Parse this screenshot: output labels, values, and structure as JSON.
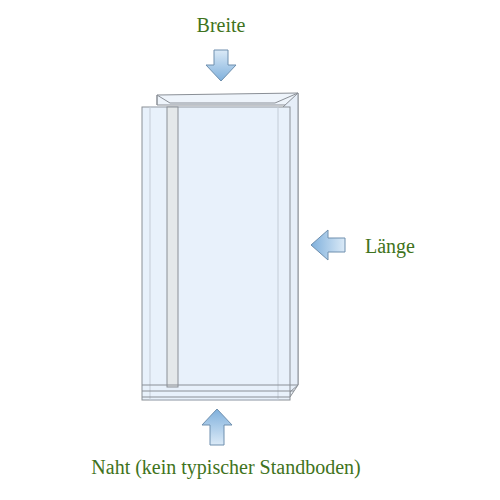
{
  "diagram": {
    "labels": [
      "Breite",
      "Länge",
      "Naht (kein typischer Standboden)"
    ]
  }
}
